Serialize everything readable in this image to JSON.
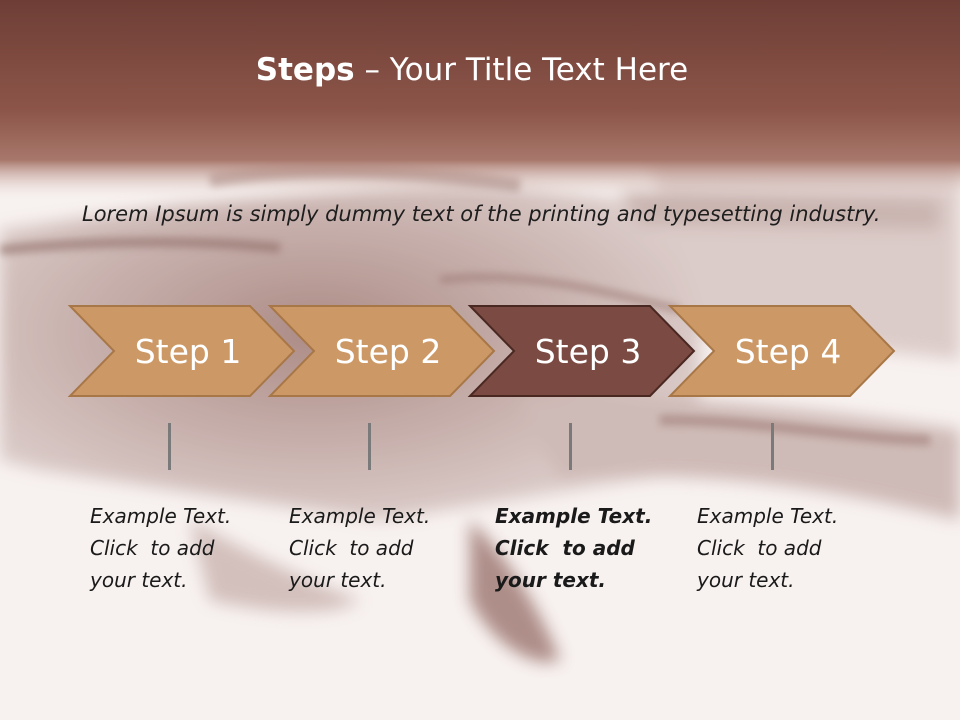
{
  "slide": {
    "title_bold": "Steps",
    "title_rest": " – Your Title Text Here",
    "intro": "Lorem Ipsum is simply dummy text of the printing and typesetting industry.",
    "steps": [
      {
        "label": "Step 1",
        "active": false,
        "lines": [
          "Example Text.",
          "Click  to add",
          "your text."
        ]
      },
      {
        "label": "Step 2",
        "active": false,
        "lines": [
          "Example Text.",
          "Click  to add",
          "your text."
        ]
      },
      {
        "label": "Step 3",
        "active": true,
        "lines": [
          "Example Text.",
          "Click  to add",
          "your text."
        ]
      },
      {
        "label": "Step 4",
        "active": false,
        "lines": [
          "Example Text.",
          "Click  to add",
          "your text."
        ]
      }
    ]
  },
  "colors": {
    "header": "#7d4b40",
    "step_fill": "#cc9966",
    "step_stroke": "#a87748",
    "step_active_fill": "#7b4a42",
    "step_active_stroke": "#4a2822"
  }
}
